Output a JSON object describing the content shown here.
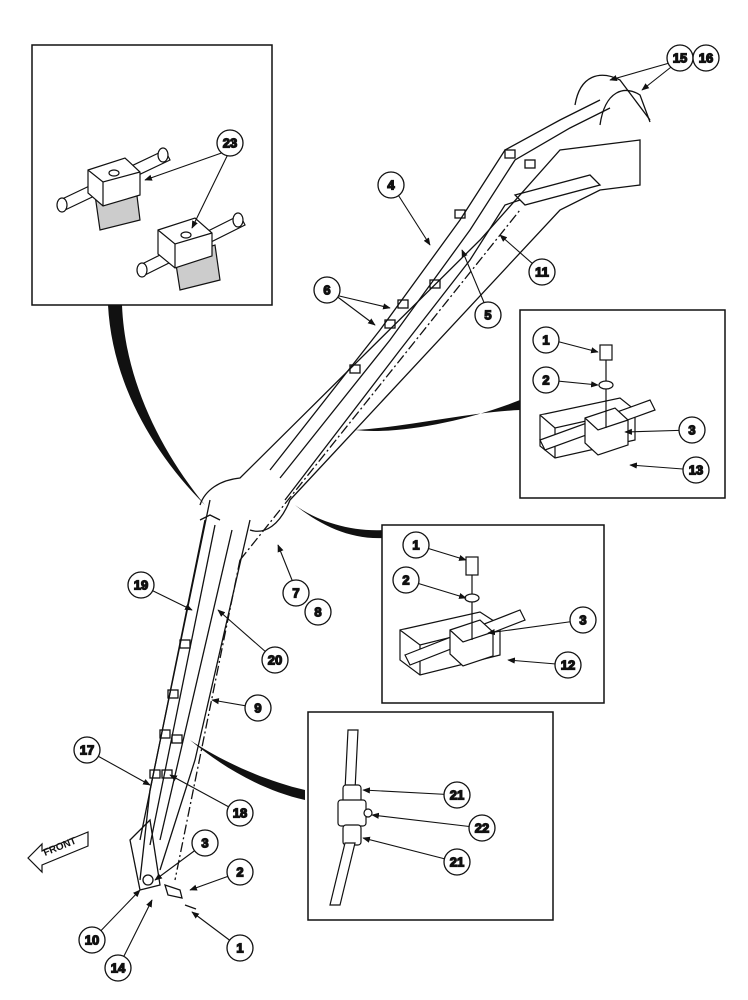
{
  "diagram": {
    "callouts": {
      "c23": "23",
      "c4": "4",
      "c6": "6",
      "c5": "5",
      "c11": "11",
      "c15": "15",
      "c16": "16",
      "d1a": "1",
      "d2a": "2",
      "d3a": "3",
      "d13": "13",
      "d1b": "1",
      "d2b": "2",
      "d3b": "3",
      "d12": "12",
      "c7": "7",
      "c8": "8",
      "c19": "19",
      "c20": "20",
      "c9": "9",
      "c17": "17",
      "c18": "18",
      "c21a": "21",
      "c22": "22",
      "c21b": "21",
      "c3": "3",
      "c2": "2",
      "c1": "1",
      "c10": "10",
      "c14": "14"
    },
    "front_label": "FRONT"
  }
}
